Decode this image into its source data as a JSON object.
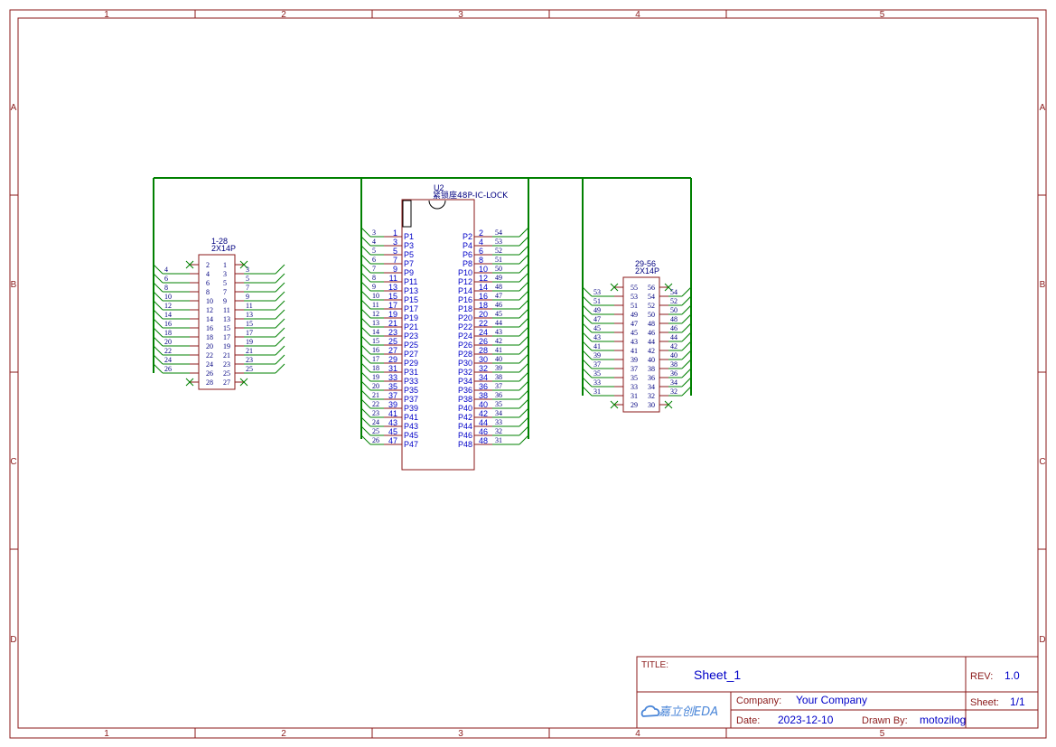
{
  "frame": {
    "columns": [
      "1",
      "2",
      "3",
      "4",
      "5"
    ],
    "rows": [
      "A",
      "B",
      "C",
      "D"
    ]
  },
  "title_block": {
    "title_label": "TITLE:",
    "title": "Sheet_1",
    "rev_label": "REV:",
    "rev": "1.0",
    "logo_text": "嘉立创EDA",
    "company_label": "Company:",
    "company": "Your Company",
    "sheet_label": "Sheet:",
    "sheet": "1/1",
    "date_label": "Date:",
    "date": "2023-12-10",
    "drawn_label": "Drawn By:",
    "drawn_by": "motozilog"
  },
  "u2": {
    "designator": "U2",
    "value": "紧锁座48P-IC-LOCK",
    "left_pins": [
      "1",
      "3",
      "5",
      "7",
      "9",
      "11",
      "13",
      "15",
      "17",
      "19",
      "21",
      "23",
      "25",
      "27",
      "29",
      "31",
      "33",
      "35",
      "37",
      "39",
      "41",
      "43",
      "45",
      "47"
    ],
    "left_names": [
      "P1",
      "P3",
      "P5",
      "P7",
      "P9",
      "P11",
      "P13",
      "P15",
      "P17",
      "P19",
      "P21",
      "P23",
      "P25",
      "P27",
      "P29",
      "P31",
      "P33",
      "P35",
      "P37",
      "P39",
      "P41",
      "P43",
      "P45",
      "P47"
    ],
    "left_nets": [
      "3",
      "4",
      "5",
      "6",
      "7",
      "8",
      "9",
      "10",
      "11",
      "12",
      "13",
      "14",
      "15",
      "16",
      "17",
      "18",
      "19",
      "20",
      "21",
      "22",
      "23",
      "24",
      "25",
      "26"
    ],
    "right_pins": [
      "2",
      "4",
      "6",
      "8",
      "10",
      "12",
      "14",
      "16",
      "18",
      "20",
      "22",
      "24",
      "26",
      "28",
      "30",
      "32",
      "34",
      "36",
      "38",
      "40",
      "42",
      "44",
      "46",
      "48"
    ],
    "right_names": [
      "P2",
      "P4",
      "P6",
      "P8",
      "P10",
      "P12",
      "P14",
      "P16",
      "P18",
      "P20",
      "P22",
      "P24",
      "P26",
      "P28",
      "P30",
      "P32",
      "P34",
      "P36",
      "P38",
      "P40",
      "P42",
      "P44",
      "P46",
      "P48"
    ],
    "right_nets": [
      "54",
      "53",
      "52",
      "51",
      "50",
      "49",
      "48",
      "47",
      "46",
      "45",
      "44",
      "43",
      "42",
      "41",
      "40",
      "39",
      "38",
      "37",
      "36",
      "35",
      "34",
      "33",
      "32",
      "31"
    ]
  },
  "h1": {
    "designator": "1-28",
    "value": "2X14P",
    "rows_left": [
      "2",
      "4",
      "6",
      "8",
      "10",
      "12",
      "14",
      "16",
      "18",
      "20",
      "22",
      "24",
      "26",
      "28"
    ],
    "rows_right": [
      "1",
      "3",
      "5",
      "7",
      "9",
      "11",
      "13",
      "15",
      "17",
      "19",
      "21",
      "23",
      "25",
      "27"
    ],
    "nets_left": [
      "4",
      "6",
      "8",
      "10",
      "12",
      "14",
      "16",
      "18",
      "20",
      "22",
      "24",
      "26"
    ],
    "nets_right": [
      "3",
      "5",
      "7",
      "9",
      "11",
      "13",
      "15",
      "17",
      "19",
      "21",
      "23",
      "25"
    ]
  },
  "h2": {
    "designator": "29-56",
    "value": "2X14P",
    "rows_left": [
      "55",
      "53",
      "51",
      "49",
      "47",
      "45",
      "43",
      "41",
      "39",
      "37",
      "35",
      "33",
      "31",
      "29"
    ],
    "rows_right": [
      "56",
      "54",
      "52",
      "50",
      "48",
      "46",
      "44",
      "42",
      "40",
      "38",
      "36",
      "34",
      "32",
      "30"
    ],
    "nets_left": [
      "53",
      "51",
      "49",
      "47",
      "45",
      "43",
      "41",
      "39",
      "37",
      "35",
      "33",
      "31"
    ],
    "nets_right": [
      "54",
      "52",
      "50",
      "48",
      "46",
      "44",
      "42",
      "40",
      "38",
      "36",
      "34",
      "32"
    ]
  }
}
